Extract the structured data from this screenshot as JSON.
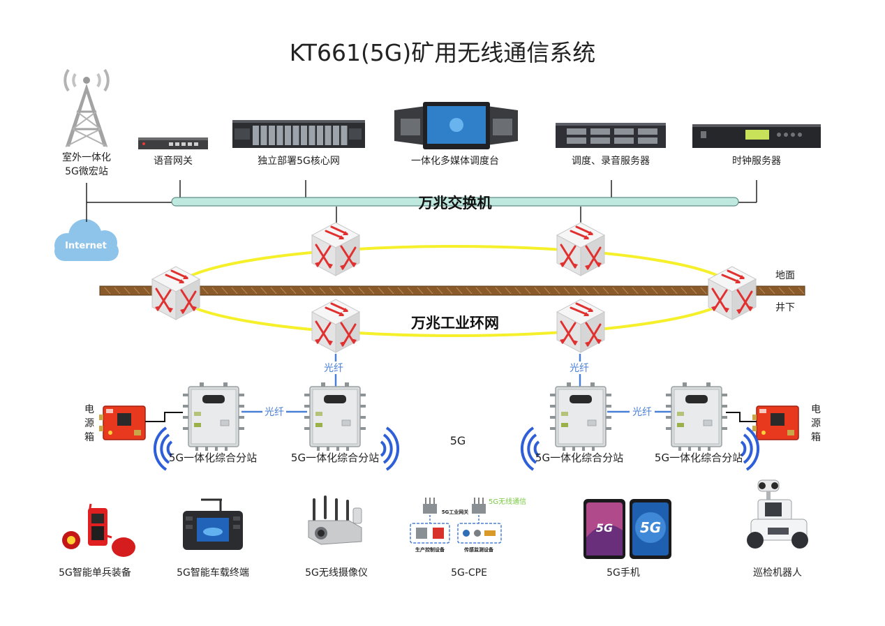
{
  "title": "KT661(5G)矿用无线通信系统",
  "top_devices": {
    "macro_station": [
      "室外一体化",
      "5G微宏站"
    ],
    "internet": "Internet",
    "voice_gateway": "语音网关",
    "core_network": "独立部署5G核心网",
    "dispatch_console": "一体化多媒体调度台",
    "recording_server": "调度、录音服务器",
    "clock_server": "时钟服务器"
  },
  "switch_label": "万兆交换机",
  "ring_label": "万兆工业环网",
  "ground_label": "地面",
  "underground_label": "井下",
  "fiber_label": "光纤",
  "substation_label": "5G一体化综合分站",
  "power_box_label": [
    "电",
    "源",
    "箱"
  ],
  "wireless_center_label": "5G",
  "cpe_diagram": {
    "gateway_label": "5G工业网关",
    "wireless_label": "5G无线通信",
    "left_group": "生产控制设备",
    "right_group": "传感监测设备"
  },
  "terminals": {
    "soldier": "5G智能单兵装备",
    "vehicle": "5G智能车载终端",
    "camera": "5G无线摄像仪",
    "cpe": "5G-CPE",
    "phone": "5G手机",
    "robot": "巡检机器人"
  },
  "phone_badge": "5G",
  "colors": {
    "ring": "#f5f02a",
    "fiber": "#4a7fd6",
    "wifi": "#2f5fd8",
    "switch_bar": "#bfe8df",
    "ground": "#8a5a2b",
    "power_box": "#e8391f",
    "cloud": "#8ec4ea",
    "cpe_note": "#7ac943"
  },
  "icons": [
    "tower-icon",
    "cloud-icon",
    "switch-cube-icon",
    "wifi-arcs-icon",
    "enclosure-icon",
    "power-box-icon"
  ]
}
